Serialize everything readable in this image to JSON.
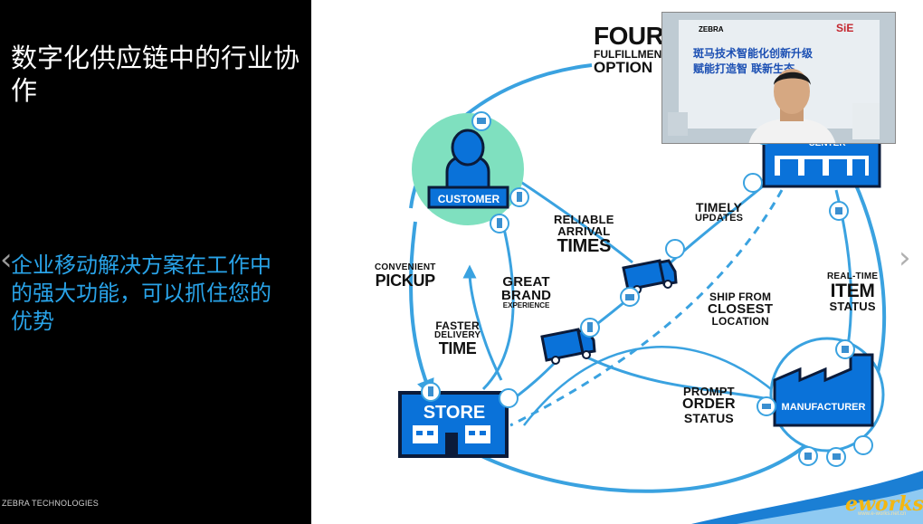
{
  "slide": {
    "title": "数字化供应链中的行业协作",
    "subtitle": "企业移动解决方案在工作中的强大功能，可以抓住您的优势",
    "footer": "ZEBRA TECHNOLOGIES"
  },
  "navigation": {
    "prev": "‹",
    "next": "›"
  },
  "diagram": {
    "header": {
      "line1": "FOUR",
      "line2": "FULFILLMEN",
      "line3": "OPTION"
    },
    "nodes": {
      "customer": "CUSTOMER",
      "store": "STORE",
      "manufacturer": "MANUFACTURER",
      "center": "CENTER"
    },
    "labels": {
      "convenient_pickup": {
        "small": "CONVENIENT",
        "large": "PICKUP"
      },
      "reliable_arrival": {
        "line1": "RELIABLE",
        "line2": "ARRIVAL",
        "line3": "TIMES"
      },
      "timely_updates": {
        "line1": "TIMELY",
        "line2": "UPDATES"
      },
      "great_brand": {
        "line1": "GREAT",
        "line2": "BRAND",
        "line3": "EXPERIENCE"
      },
      "faster_delivery": {
        "line1": "FASTER",
        "line2": "DELIVERY",
        "line3": "TIME"
      },
      "ship_from": {
        "line1": "SHIP FROM",
        "line2": "CLOSEST",
        "line3": "LOCATION"
      },
      "realtime_item": {
        "line1": "REAL-TIME",
        "line2": "ITEM",
        "line3": "STATUS"
      },
      "prompt_order": {
        "line1": "PROMPT",
        "line2": "ORDER",
        "line3": "STATUS"
      }
    }
  },
  "video": {
    "brand": "ZEBRA",
    "partner": "SiE",
    "line1": "斑马技术智能化创新升级",
    "line2": "赋能打造智     联新生态"
  },
  "watermark": {
    "logo": "eworks",
    "tagline": "www.e-works.net.cn"
  },
  "colors": {
    "accent": "#29a3e8",
    "brand_blue": "#0a72d9",
    "mint": "#7fe0bf"
  }
}
